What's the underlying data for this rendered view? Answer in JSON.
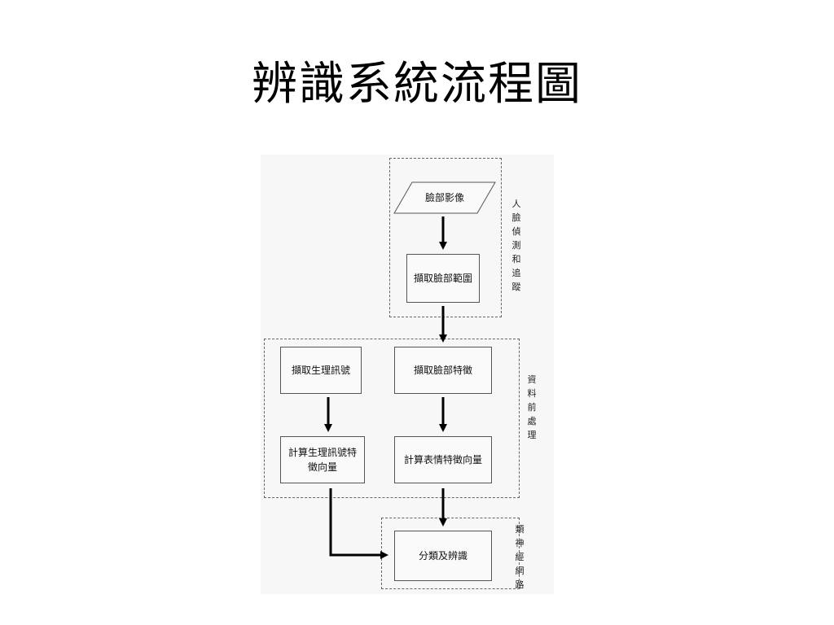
{
  "slide": {
    "title": "辨識系統流程圖"
  },
  "diagram": {
    "input_node": "臉部影像",
    "extract_face_region": "擷取臉部範圍",
    "extract_physio_signal": "擷取生理訊號",
    "extract_face_features": "擷取臉部特徵",
    "compute_physio_vector": "計算生理訊號特徵向量",
    "compute_expression_vector": "計算表情特徵向量",
    "classify_recognize": "分類及辨識",
    "group_labels": {
      "detection": "人臉偵測和追蹤",
      "preprocessing": "資料前處理",
      "neural_net": "類神經網路"
    }
  }
}
